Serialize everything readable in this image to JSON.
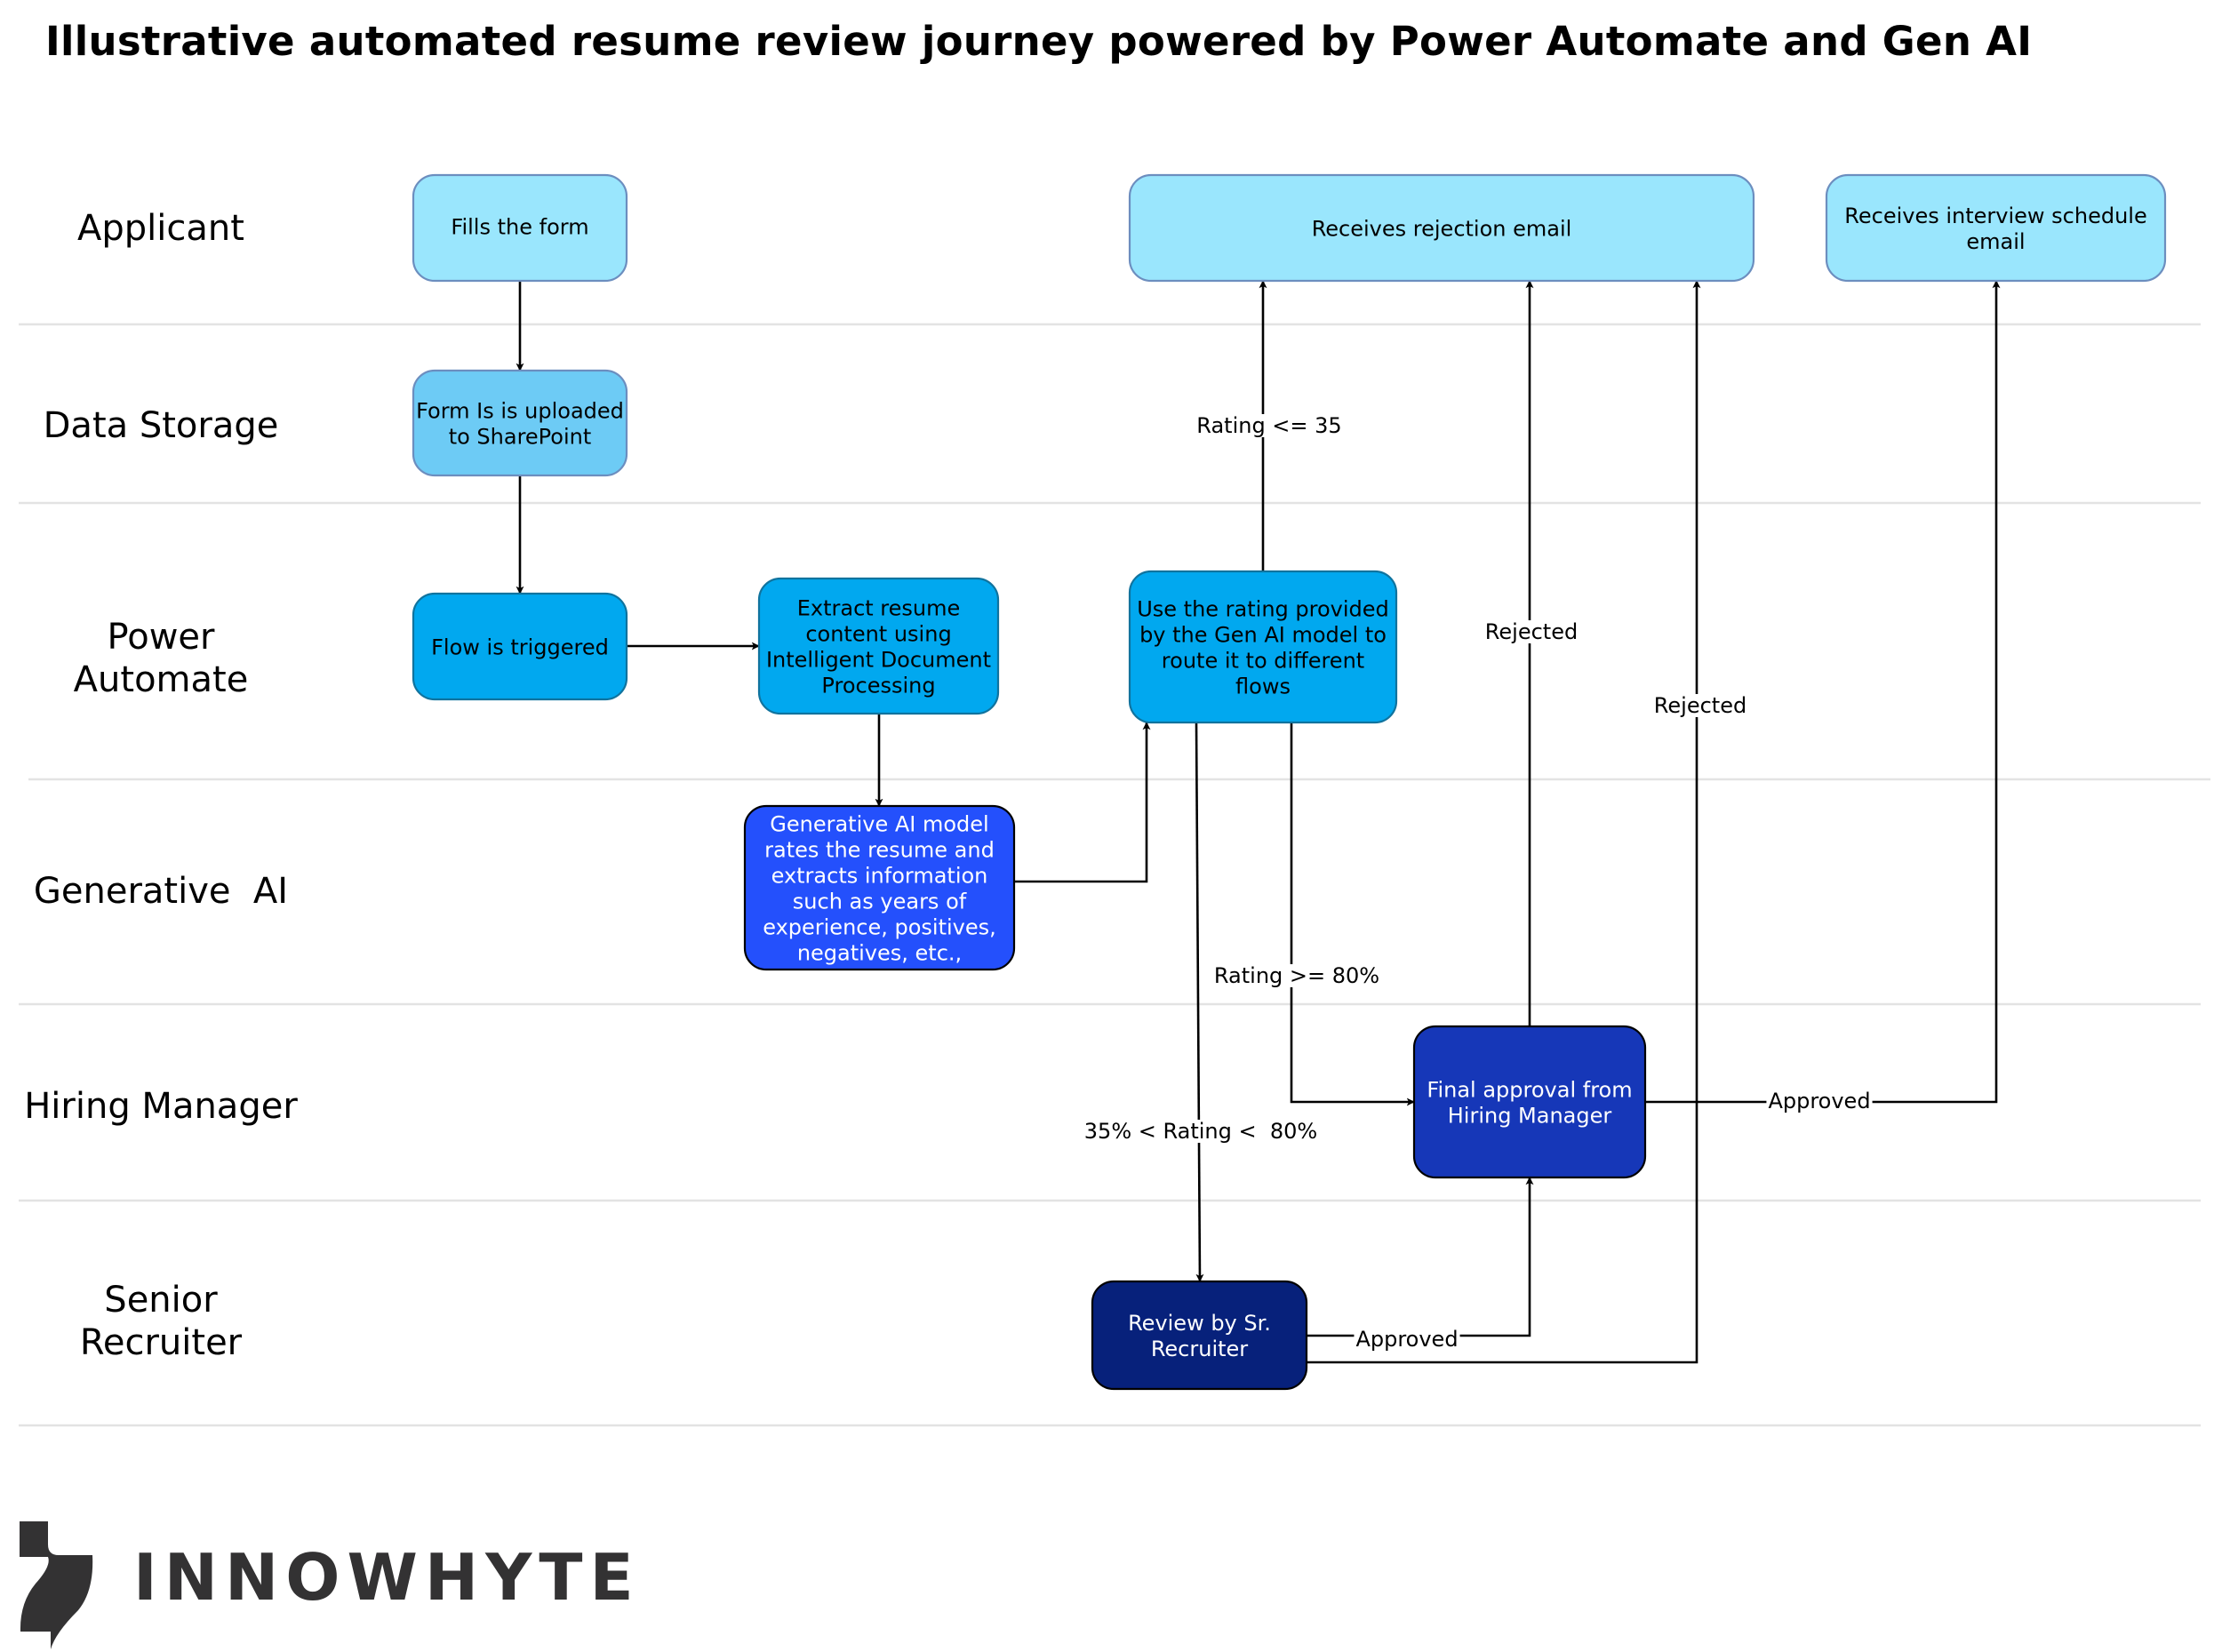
{
  "title": "Illustrative automated resume review journey powered by Power Automate and Gen AI",
  "lanes": [
    {
      "id": "applicant",
      "label": [
        "Applicant"
      ]
    },
    {
      "id": "data-storage",
      "label": [
        "Data Storage"
      ]
    },
    {
      "id": "power-automate",
      "label": [
        "Power",
        "Automate"
      ]
    },
    {
      "id": "generative-ai",
      "label": [
        "Generative  AI"
      ]
    },
    {
      "id": "hiring-manager",
      "label": [
        "Hiring Manager"
      ]
    },
    {
      "id": "senior-recruiter",
      "label": [
        "Senior",
        "Recruiter"
      ]
    }
  ],
  "nodes": [
    {
      "id": "fills-form",
      "lane": "applicant",
      "lines": [
        "Fills the form"
      ],
      "fill": "#9ae6fd",
      "stroke": "#6c8ebf",
      "text_color": "#000000"
    },
    {
      "id": "uploaded-sharepoint",
      "lane": "data-storage",
      "lines": [
        "Form Is is uploaded",
        "to SharePoint"
      ],
      "fill": "#6dcbf5",
      "stroke": "#6c8ebf",
      "text_color": "#000000"
    },
    {
      "id": "flow-triggered",
      "lane": "power-automate",
      "lines": [
        "Flow is triggered"
      ],
      "fill": "#01a8ef",
      "stroke": "#10739e",
      "text_color": "#000000"
    },
    {
      "id": "extract-resume",
      "lane": "power-automate",
      "lines": [
        "Extract resume",
        "content using",
        "Intelligent Document",
        "Processing"
      ],
      "fill": "#01a8ef",
      "stroke": "#10739e",
      "text_color": "#000000"
    },
    {
      "id": "genai-rates",
      "lane": "generative-ai",
      "lines": [
        "Generative AI model",
        "rates the resume and",
        "extracts information",
        "such as years of",
        "experience, positives,",
        "negatives, etc.,"
      ],
      "fill": "#2450fc",
      "stroke": "#000000",
      "text_color": "#ffffff"
    },
    {
      "id": "route-rating",
      "lane": "power-automate",
      "lines": [
        "Use the rating provided",
        "by the Gen AI model to",
        "route it to different",
        "flows"
      ],
      "fill": "#01a8ef",
      "stroke": "#10739e",
      "text_color": "#000000"
    },
    {
      "id": "rejection-email",
      "lane": "applicant",
      "lines": [
        "Receives rejection email"
      ],
      "fill": "#9ae6fd",
      "stroke": "#6c8ebf",
      "text_color": "#000000"
    },
    {
      "id": "interview-email",
      "lane": "applicant",
      "lines": [
        "Receives interview schedule",
        "email"
      ],
      "fill": "#9ae6fd",
      "stroke": "#6c8ebf",
      "text_color": "#000000"
    },
    {
      "id": "final-approval",
      "lane": "hiring-manager",
      "lines": [
        "Final approval from",
        "Hiring Manager"
      ],
      "fill": "#1637b8",
      "stroke": "#000000",
      "text_color": "#ffffff"
    },
    {
      "id": "review-sr-recruiter",
      "lane": "senior-recruiter",
      "lines": [
        "Review by Sr.",
        "Recruiter"
      ],
      "fill": "#07217b",
      "stroke": "#000000",
      "text_color": "#ffffff"
    }
  ],
  "edges": [
    {
      "id": "fills-to-upload",
      "from": "fills-form",
      "to": "uploaded-sharepoint",
      "label": ""
    },
    {
      "id": "upload-to-flow",
      "from": "uploaded-sharepoint",
      "to": "flow-triggered",
      "label": ""
    },
    {
      "id": "flow-to-extract",
      "from": "flow-triggered",
      "to": "extract-resume",
      "label": ""
    },
    {
      "id": "extract-to-genai",
      "from": "extract-resume",
      "to": "genai-rates",
      "label": ""
    },
    {
      "id": "genai-to-route",
      "from": "genai-rates",
      "to": "route-rating",
      "label": ""
    },
    {
      "id": "route-to-rejection",
      "from": "route-rating",
      "to": "rejection-email",
      "label": "Rating <= 35"
    },
    {
      "id": "route-to-final",
      "from": "route-rating",
      "to": "final-approval",
      "label": "Rating >= 80%"
    },
    {
      "id": "route-to-review",
      "from": "route-rating",
      "to": "review-sr-recruiter",
      "label": "35% < Rating <  80%"
    },
    {
      "id": "final-to-rejection",
      "from": "final-approval",
      "to": "rejection-email",
      "label": "Rejected"
    },
    {
      "id": "final-to-interview",
      "from": "final-approval",
      "to": "interview-email",
      "label": "Approved"
    },
    {
      "id": "review-to-final",
      "from": "review-sr-recruiter",
      "to": "final-approval",
      "label": "Approved"
    },
    {
      "id": "review-to-rejection",
      "from": "review-sr-recruiter",
      "to": "rejection-email",
      "label": "Rejected"
    }
  ],
  "logo": {
    "text": "INNOWHYTE",
    "color": "#333233"
  }
}
